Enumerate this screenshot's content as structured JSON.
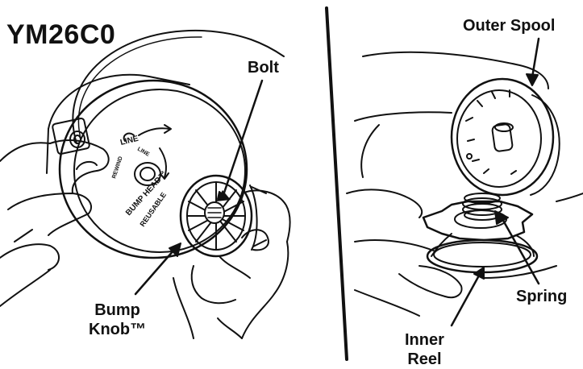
{
  "title": "YM26C0",
  "labels": {
    "bolt": "Bolt",
    "bump_knob_line1": "Bump",
    "bump_knob_line2": "Knob™",
    "outer_spool": "Outer Spool",
    "spring": "Spring",
    "inner_reel_line1": "Inner",
    "inner_reel_line2": "Reel"
  },
  "head_text": {
    "line": "LINE",
    "line_small": "LINE",
    "rewind": "REWIND",
    "bump_head": "BUMP HEAD™",
    "reusable": "REUSABLE"
  },
  "colors": {
    "ink": "#111111",
    "paper": "#ffffff"
  }
}
